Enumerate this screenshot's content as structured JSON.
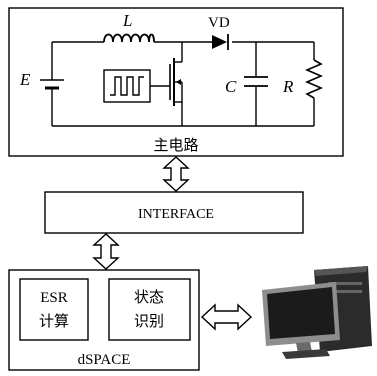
{
  "main_circuit": {
    "title": "主电路",
    "labels": {
      "inductor": "L",
      "diode": "VD",
      "source": "E",
      "capacitor": "C",
      "resistor": "R"
    }
  },
  "interface": {
    "label": "INTERFACE"
  },
  "dspace": {
    "label": "dSPACE",
    "esr_box": {
      "line1": "ESR",
      "line2": "计算"
    },
    "state_box": {
      "line1": "状态",
      "line2": "识别"
    }
  },
  "colors": {
    "line": "#000000",
    "background": "#ffffff",
    "monitor_dark": "#1a1a1a",
    "monitor_frame": "#8a8a8a",
    "tower": "#2a2a2a"
  },
  "icons": {
    "pc": "desktop-computer-icon",
    "arrows": "double-arrow-icon"
  }
}
